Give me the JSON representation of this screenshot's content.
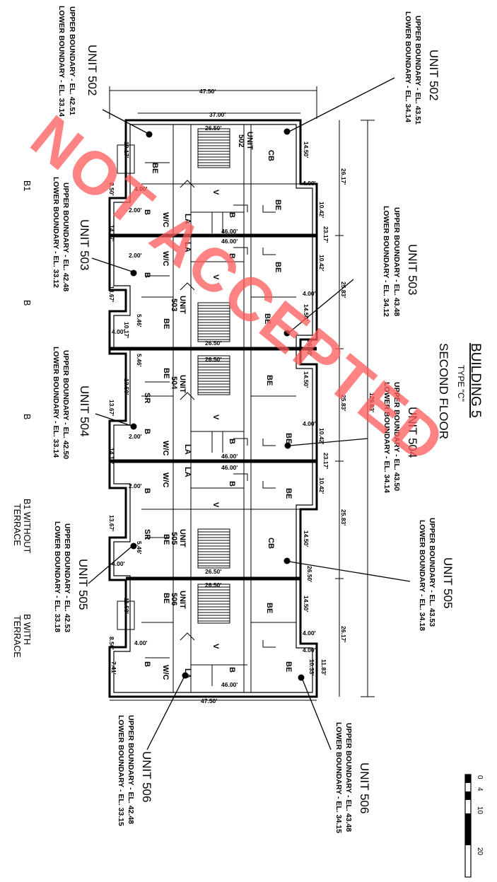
{
  "title": {
    "building": "BUILDING 5",
    "type": "TYPE \"C\"",
    "floor": "SECOND FLOOR"
  },
  "watermark": "NOT ACCEPTED",
  "units": {
    "u502_right": {
      "name": "UNIT 502",
      "upper": "UPPER BOUNDARY - EL. 43.51",
      "lower": "LOWER BOUNDARY - EL. 34.14"
    },
    "u502_left": {
      "name": "UNIT 502",
      "upper": "UPPER BOUNDARY - EL. 42.51",
      "lower": "LOWER BOUNDARY - EL. 33.14"
    },
    "u503_right": {
      "name": "UNIT 503",
      "upper": "UPPER BOUNDARY - EL. 43.48",
      "lower": "LOWER BOUNDARY - EL. 34.12"
    },
    "u503_left": {
      "name": "UNIT 503",
      "upper": "UPPER BOUNDARY - EL. 42.48",
      "lower": "LOWER BOUNDARY - EL. 33.12"
    },
    "u504_right": {
      "name": "UNIT 504",
      "upper": "UPPER BOUNDARY - EL. 43.50",
      "lower": "LOWER BOUNDARY - EL. 34.14"
    },
    "u504_left": {
      "name": "UNIT 504",
      "upper": "UPPER BOUNDARY - EL. 42.50",
      "lower": "LOWER BOUNDARY - EL. 33.14"
    },
    "u505_right": {
      "name": "UNIT 505",
      "upper": "UPPER BOUNDARY - EL. 43.53",
      "lower": "LOWER BOUNDARY - EL. 34.18"
    },
    "u505_left": {
      "name": "UNIT 505",
      "upper": "UPPER BOUNDARY - EL. 42.53",
      "lower": "LOWER BOUNDARY - EL. 33.18"
    },
    "u506_right": {
      "name": "UNIT 506",
      "upper": "UPPER BOUNDARY - EL. 43.48",
      "lower": "LOWER BOUNDARY - EL. 34.15"
    },
    "u506_left": {
      "name": "UNIT 506",
      "upper": "UPPER BOUNDARY - EL. 42.48",
      "lower": "LOWER BOUNDARY - EL. 33.15"
    }
  },
  "unit_types": {
    "t1": "B1",
    "t2": "B",
    "t3": "B",
    "t4a": "B1 WITHOUT",
    "t4b": "TERRACE",
    "t5a": "B WITH",
    "t5b": "TERRACE"
  },
  "plan_labels": {
    "unit502": [
      "UNIT",
      "502"
    ],
    "unit503": [
      "UNIT",
      "503"
    ],
    "unit504": [
      "UNIT",
      "504"
    ],
    "unit505": [
      "UNIT",
      "505"
    ],
    "unit506": [
      "UNIT",
      "506"
    ],
    "rooms": {
      "be": "BE",
      "cb": "CB",
      "b": "B",
      "wic": "W/C",
      "la": "LA",
      "v": "V",
      "sr": "SR"
    }
  },
  "dimensions": {
    "overall_top": "47.50'",
    "overall_bottom": "47.50'",
    "overall_length": "129.83'",
    "seg_502": "26.17'",
    "seg_503": "25.83'",
    "seg_504": "25.83'",
    "seg_505": "25.83'",
    "seg_506": "26.17'",
    "inner_top": "37.00'",
    "stair": "26.50'",
    "corridor_a": "46.00'",
    "corridor_b": "46.00'",
    "corridor_c": "46.00'",
    "corridor_d": "46.00'",
    "corridor_e": "46.00'",
    "d1450": "14.50'",
    "d1042": "10.42'",
    "d400": "4.00'",
    "d2317": "23.17'",
    "d2650": "26.50'",
    "d1417": "14.17'",
    "d1367": "13.67'",
    "d1017": "10.17'",
    "d1350": "13.50'",
    "d1158": "11.58'",
    "d1033": "10.33'",
    "d850": "8.50'",
    "d200": "2.00'",
    "d741": "7.41'",
    "d1183": "11.83'",
    "d546": "5.46'"
  },
  "scale": {
    "ticks": [
      "0",
      "4",
      "10",
      "20"
    ]
  }
}
